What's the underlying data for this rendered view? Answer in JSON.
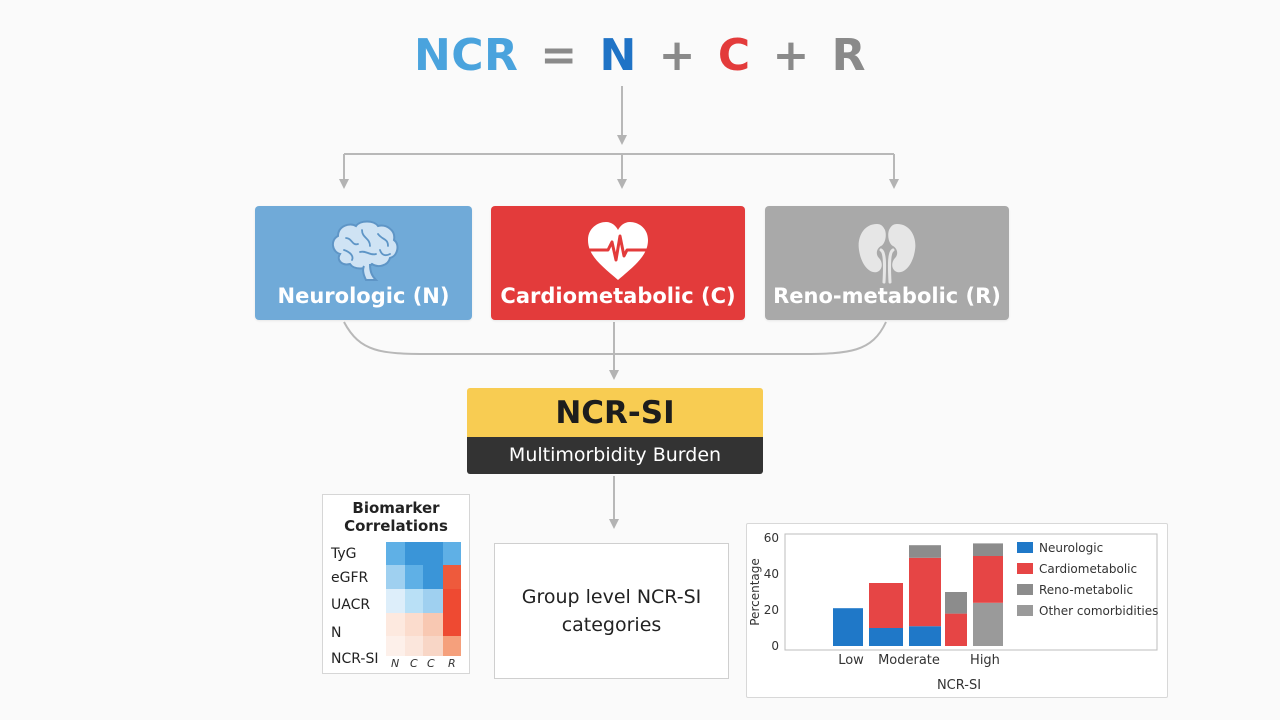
{
  "equation": {
    "lhs": "NCR",
    "eq": "=",
    "n": "N",
    "plus1": "+",
    "c": "C",
    "plus2": "+",
    "r": "R",
    "colors": {
      "lhs": "#4aa3dd",
      "n": "#1f73c6",
      "c": "#e33b3b",
      "r": "#8a8a8a"
    }
  },
  "domains": {
    "n": {
      "label": "Neurologic (N)",
      "icon": "brain-icon",
      "color": "#70aad8"
    },
    "c": {
      "label": "Cardiometabolic (C)",
      "icon": "heart-ecg-icon",
      "color": "#e33b3b"
    },
    "r": {
      "label": "Reno-metabolic (R)",
      "icon": "kidney-icon",
      "color": "#a9a9a9"
    }
  },
  "ncr_si": {
    "title": "NCR-SI",
    "subtitle": "Multimorbidity Burden",
    "colors": {
      "title_bg": "#f8cc52",
      "subtitle_bg": "#333333"
    }
  },
  "biomarker": {
    "title_line1": "Biomarker",
    "title_line2": "Correlations",
    "rows": [
      "TyG",
      "eGFR",
      "UACR",
      "N",
      "NCR-SI"
    ],
    "cols": [
      "N",
      "C",
      "C",
      "R"
    ],
    "cell_colors": [
      [
        "#5fb0e6",
        "#3a95d8",
        "#3a95d8",
        "#5fb0e6"
      ],
      [
        "#9fd0f0",
        "#5fb0e6",
        "#3a95d8",
        "#ee5a3c"
      ],
      [
        "#ddeefa",
        "#b9e0f6",
        "#9fd0f0",
        "#ee4a32"
      ],
      [
        "#fde9df",
        "#fbdccd",
        "#f8c8b2",
        "#ee4a32"
      ],
      [
        "#fdf0ea",
        "#fbe6dc",
        "#f8d6c6",
        "#f5a07c"
      ]
    ]
  },
  "group": {
    "line1": "Group level NCR-SI",
    "line2": "categories"
  },
  "chart_data": {
    "type": "bar",
    "stacked": true,
    "xlabel": "NCR-SI",
    "ylabel": "Percentage",
    "ylim": [
      0,
      60
    ],
    "yticks": [
      0,
      20,
      40,
      60
    ],
    "category_labels": [
      "Low",
      "Moderate",
      "High"
    ],
    "legend": {
      "placement": "top-right",
      "entries": [
        {
          "name": "Neurologic",
          "color": "#1f78c8"
        },
        {
          "name": "Cardiometabolic",
          "color": "#e64545"
        },
        {
          "name": "Reno-metabolic",
          "color": "#8c8c8c"
        },
        {
          "name": "Other comorbidities",
          "color": "#9a9a9a"
        }
      ]
    },
    "bars": [
      {
        "segments": [
          {
            "series": "Neurologic",
            "value": 21
          }
        ]
      },
      {
        "segments": [
          {
            "series": "Neurologic",
            "value": 10
          },
          {
            "series": "Cardiometabolic",
            "value": 25
          }
        ]
      },
      {
        "segments": [
          {
            "series": "Neurologic",
            "value": 11
          },
          {
            "series": "Cardiometabolic",
            "value": 38
          },
          {
            "series": "Reno-metabolic",
            "value": 7
          }
        ]
      },
      {
        "segments": [
          {
            "series": "Cardiometabolic",
            "value": 18
          },
          {
            "series": "Reno-metabolic",
            "value": 12
          }
        ]
      },
      {
        "segments": [
          {
            "series": "Other comorbidities",
            "value": 24
          },
          {
            "series": "Cardiometabolic",
            "value": 26
          },
          {
            "series": "Reno-metabolic",
            "value": 7
          }
        ]
      }
    ]
  }
}
